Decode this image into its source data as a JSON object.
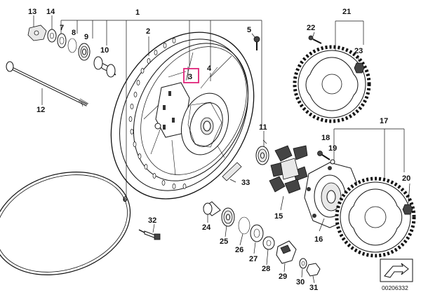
{
  "labels": {
    "l1": "1",
    "l2": "2",
    "l3": "3",
    "l4": "4",
    "l5": "5",
    "l6": "6",
    "l7": "7",
    "l8": "8",
    "l9": "9",
    "l10": "10",
    "l11": "11",
    "l12": "12",
    "l13": "13",
    "l14": "14",
    "l15": "15",
    "l16": "16",
    "l17": "17",
    "l18": "18",
    "l19": "19",
    "l20": "20",
    "l21": "21",
    "l22": "22",
    "l23": "23",
    "l24": "24",
    "l25": "25",
    "l26": "26",
    "l27": "27",
    "l28": "28",
    "l29": "29",
    "l30": "30",
    "l31": "31",
    "l32": "32",
    "l33": "33"
  },
  "drawing_code": "00206332",
  "highlight_color": "#e0247a"
}
